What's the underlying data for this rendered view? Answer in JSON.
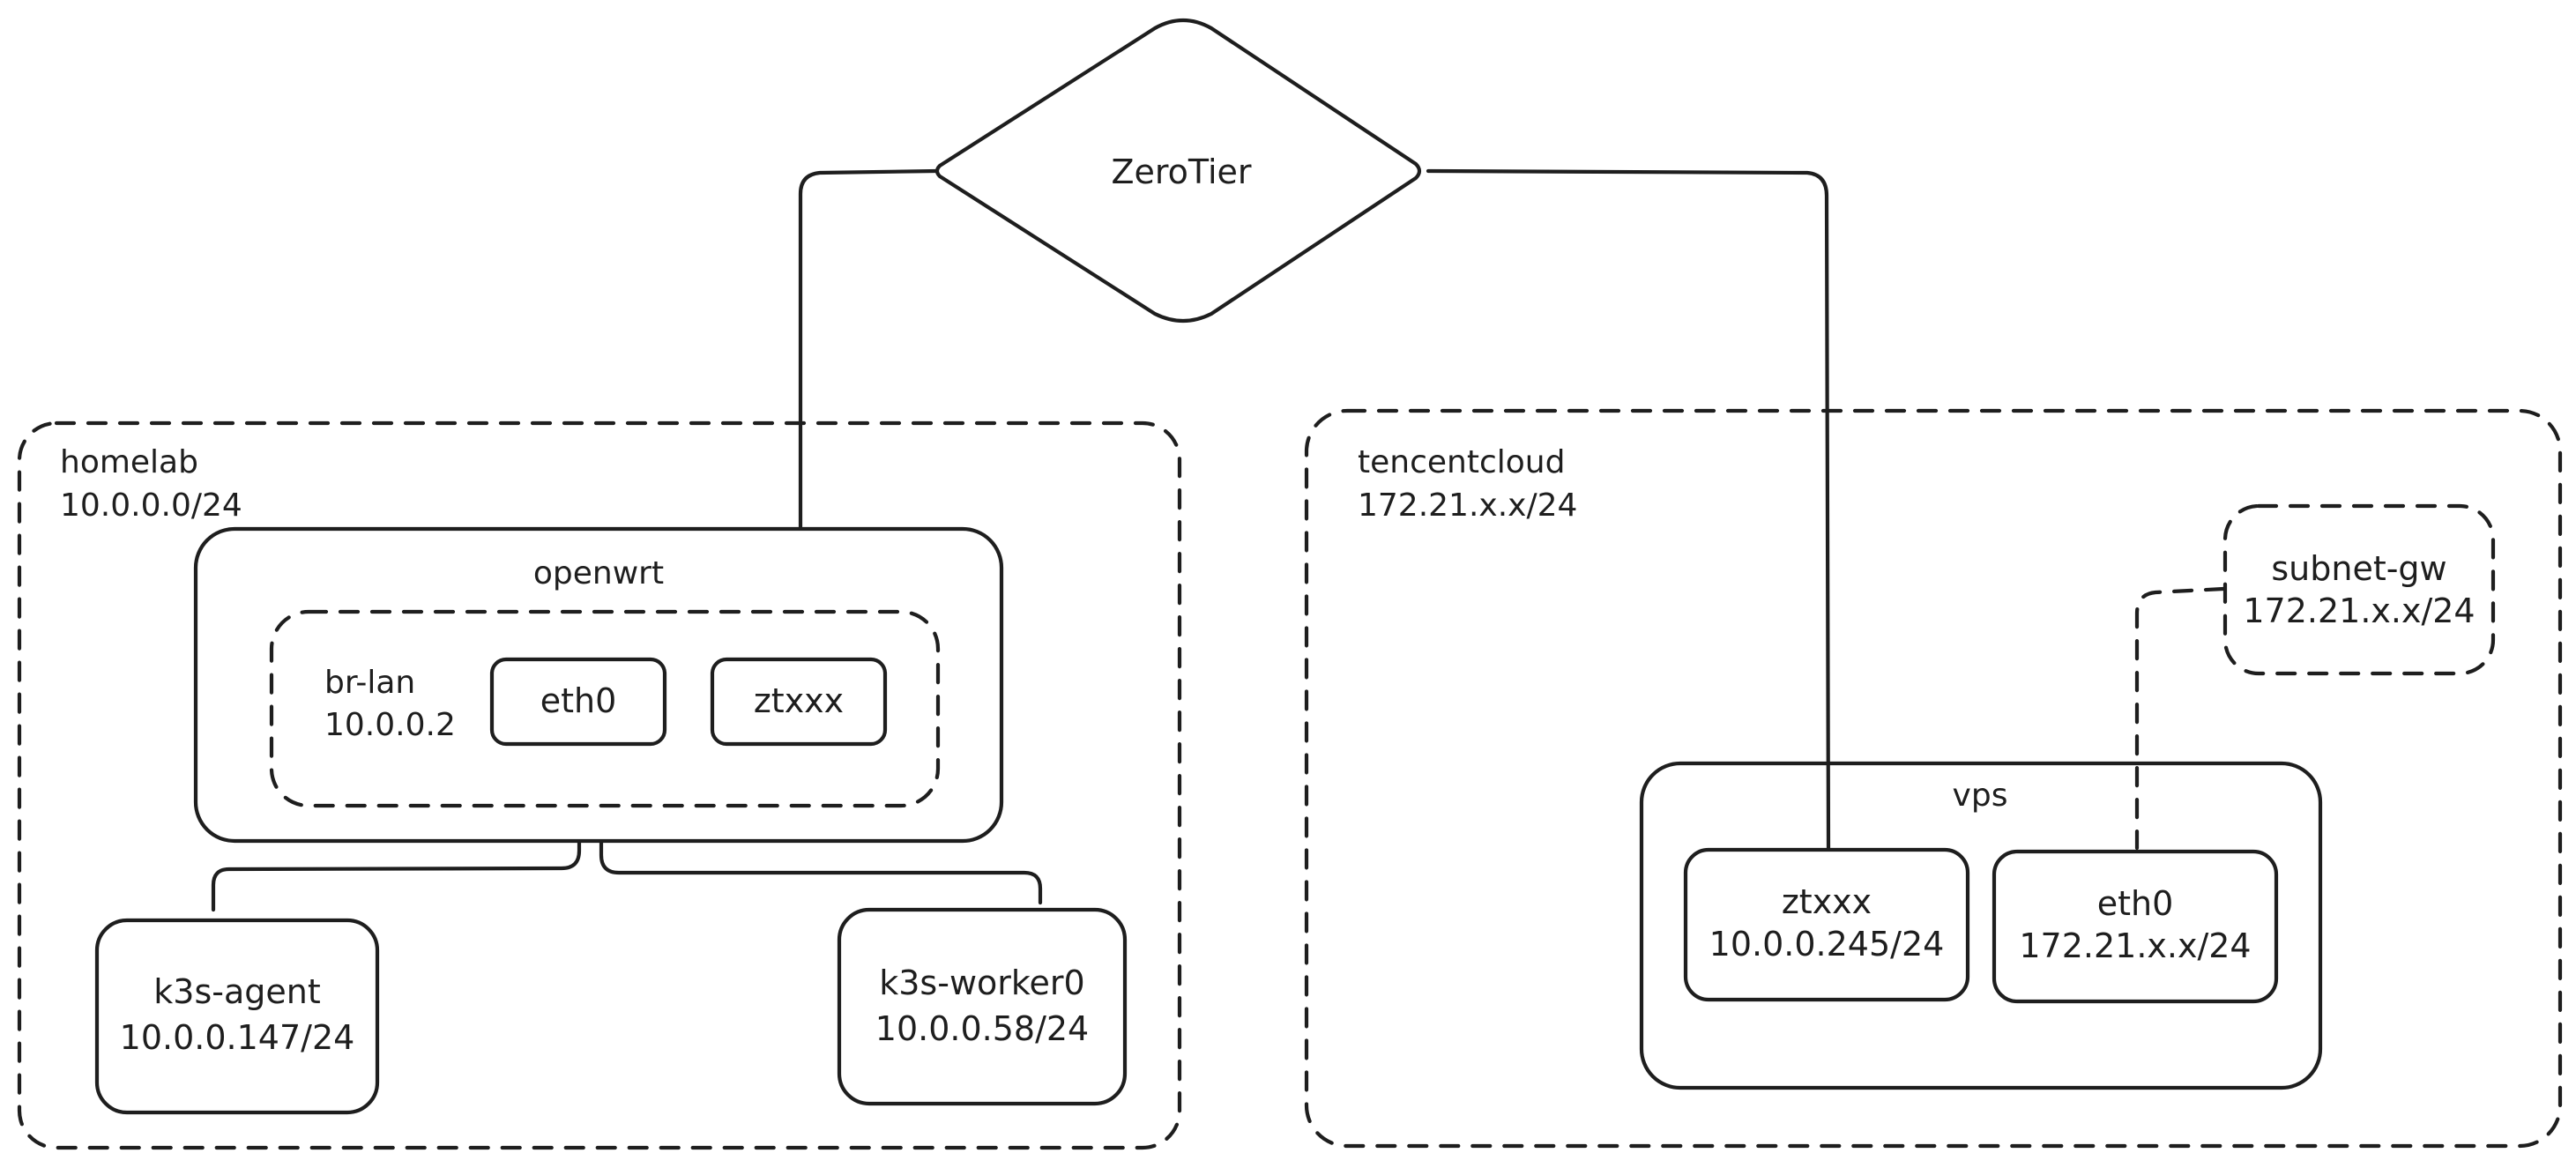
{
  "diagram": {
    "zerotier": {
      "label": "ZeroTier"
    },
    "homelab": {
      "name": "homelab",
      "subnet": "10.0.0.0/24",
      "openwrt": {
        "name": "openwrt",
        "br_lan": {
          "name": "br-lan",
          "ip": "10.0.0.2"
        },
        "eth0": {
          "name": "eth0"
        },
        "zt": {
          "name": "ztxxx"
        }
      },
      "k3s_agent": {
        "name": "k3s-agent",
        "ip": "10.0.0.147/24"
      },
      "k3s_worker0": {
        "name": "k3s-worker0",
        "ip": "10.0.0.58/24"
      }
    },
    "tencentcloud": {
      "name": "tencentcloud",
      "subnet": "172.21.x.x/24",
      "subnet_gw": {
        "name": "subnet-gw",
        "ip": "172.21.x.x/24"
      },
      "vps": {
        "name": "vps",
        "zt": {
          "name": "ztxxx",
          "ip": "10.0.0.245/24"
        },
        "eth0": {
          "name": "eth0",
          "ip": "172.21.x.x/24"
        }
      }
    }
  }
}
